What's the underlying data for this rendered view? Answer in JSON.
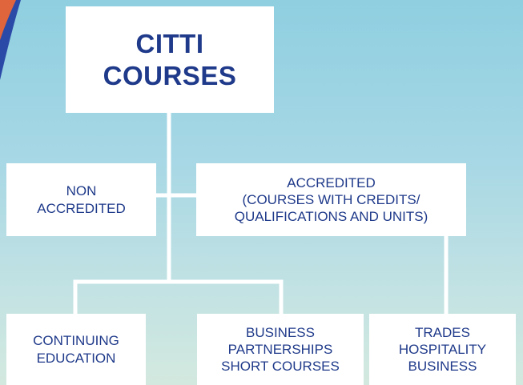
{
  "colors": {
    "text": "#1f3a8a",
    "box_background": "#ffffff",
    "connector": "#ffffff",
    "corner_blue": "#2b4aa8",
    "corner_orange": "#e0643c"
  },
  "title": "CITTI\nCOURSES",
  "categories": {
    "non_accredited": "NON\nACCREDITED",
    "accredited": "ACCREDITED\n(COURSES WITH CREDITS/\nQUALIFICATIONS AND UNITS)"
  },
  "courses": {
    "continuing_education": "CONTINUING\nEDUCATION",
    "business_partnerships": "BUSINESS\nPARTNERSHIPS\nSHORT COURSES",
    "trades": "TRADES\nHOSPITALITY\nBUSINESS"
  }
}
